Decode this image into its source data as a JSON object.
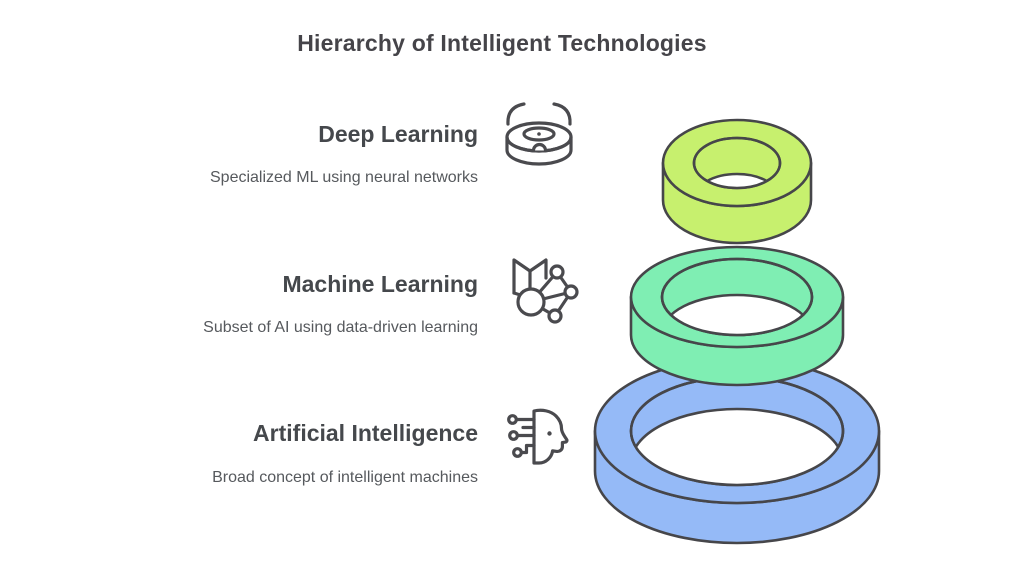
{
  "title": "Hierarchy of Intelligent Technologies",
  "sections": [
    {
      "heading": "Deep Learning",
      "description": "Specialized ML using neural networks",
      "icon": "robot-vacuum-icon",
      "ring_color": "#c7f06e"
    },
    {
      "heading": "Machine Learning",
      "description": "Subset of AI using data-driven learning",
      "icon": "book-network-icon",
      "ring_color": "#7feeb3"
    },
    {
      "heading": "Artificial Intelligence",
      "description": "Broad concept of intelligent machines",
      "icon": "ai-head-icon",
      "ring_color": "#95baf7"
    }
  ],
  "colors": {
    "outline": "#46464a",
    "icon": "#4a4a4e",
    "heading_text": "#45484c",
    "subtitle_text": "#56595d",
    "background": "#ffffff"
  }
}
